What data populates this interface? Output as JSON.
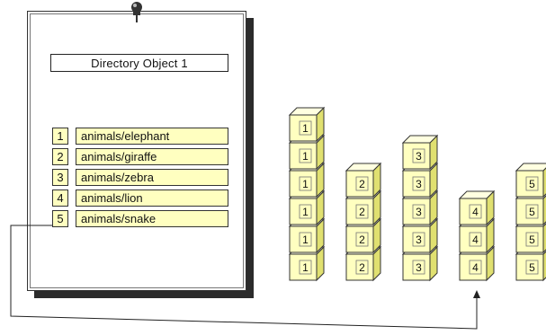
{
  "directory_object": {
    "title": "Directory Object 1",
    "entries": [
      {
        "num": "1",
        "name": "animals/elephant"
      },
      {
        "num": "2",
        "name": "animals/giraffe"
      },
      {
        "num": "3",
        "name": "animals/zebra"
      },
      {
        "num": "4",
        "name": "animals/lion"
      },
      {
        "num": "5",
        "name": "animals/snake"
      }
    ]
  },
  "stacks": [
    {
      "label": "1",
      "blocks": 6
    },
    {
      "label": "2",
      "blocks": 4
    },
    {
      "label": "3",
      "blocks": 5
    },
    {
      "label": "4",
      "blocks": 3
    },
    {
      "label": "5",
      "blocks": 4
    }
  ],
  "colors": {
    "block_fill": "#ffffc0",
    "block_side": "#e0e070",
    "block_top": "#ffffe0",
    "stroke": "#333333",
    "page_shadow": "#2b2b2b"
  },
  "icons": {
    "pin": "pushpin-icon",
    "arrow": "arrow-up-icon"
  }
}
